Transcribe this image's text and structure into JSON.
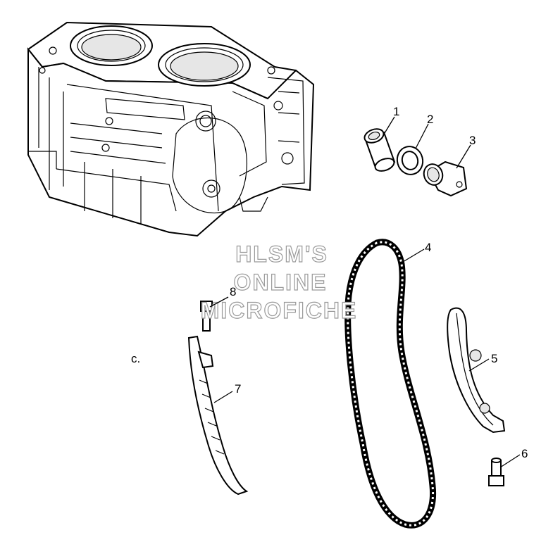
{
  "watermark": {
    "line1": "HLSM'S",
    "line2": "ONLINE",
    "line3": "MICROFICHE"
  },
  "callouts": {
    "c1": "1",
    "c2": "2",
    "c3": "3",
    "c4": "4",
    "c5": "5",
    "c6": "6",
    "c7": "7",
    "c8": "8"
  },
  "stray_mark": "c."
}
